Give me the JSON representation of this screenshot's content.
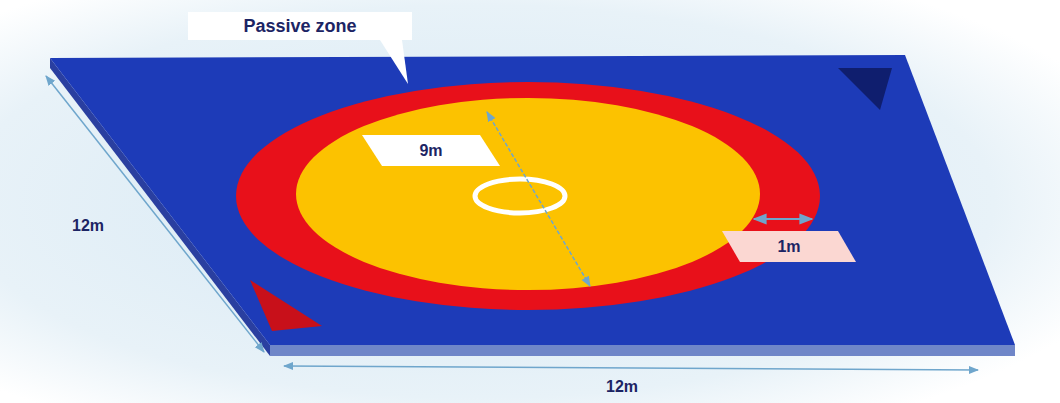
{
  "diagram": {
    "labels": [
      "Passive zone",
      "9m",
      "1m",
      "12m",
      "12m"
    ]
  }
}
